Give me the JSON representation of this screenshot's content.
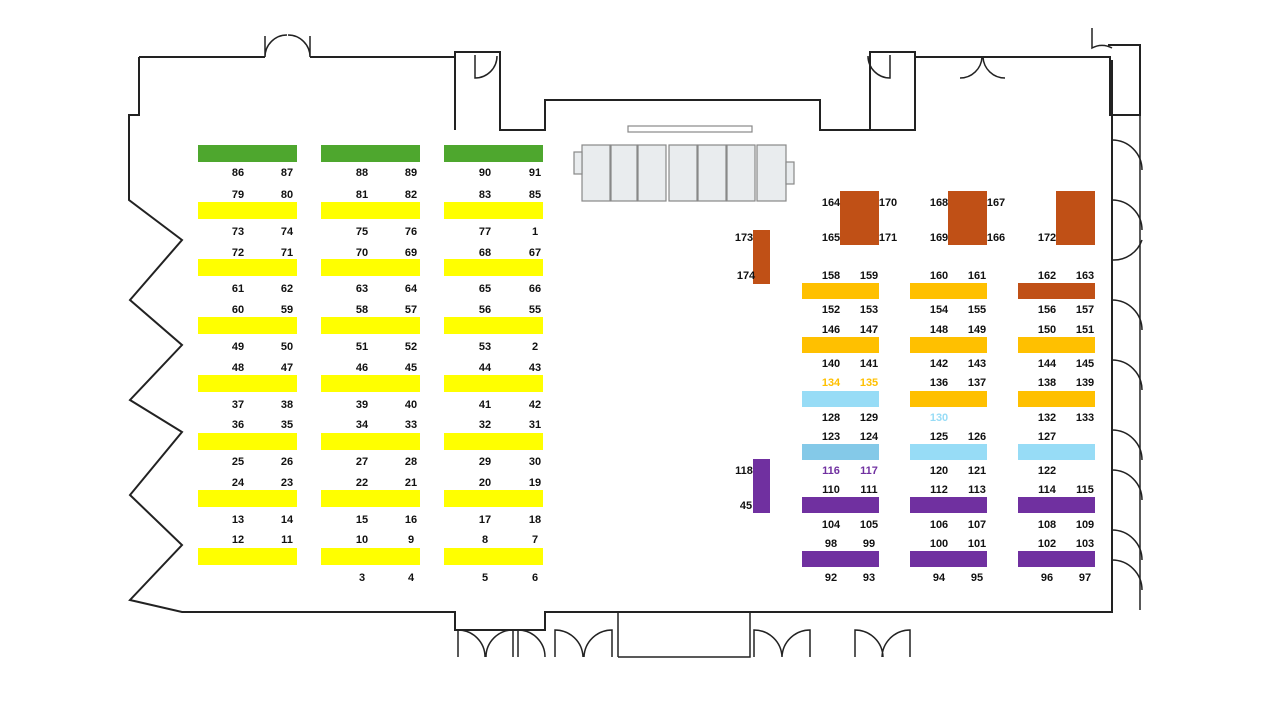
{
  "colors": {
    "green": "#4ea72e",
    "yellow": "#ffff00",
    "orange": "#ffc000",
    "brown": "#c05016",
    "lightblue": "#97dcf6",
    "midblue": "#84c9e8",
    "purple": "#7030a0",
    "text": "#111111"
  },
  "left_section": {
    "bar_colors": [
      "green",
      "yellow",
      "yellow",
      "yellow",
      "yellow",
      "yellow",
      "yellow",
      "yellow"
    ],
    "blocks": [
      {
        "rows": [
          [
            "86",
            "87"
          ],
          [
            "79",
            "80"
          ],
          [
            "73",
            "74"
          ],
          [
            "72",
            "71"
          ],
          [
            "61",
            "62"
          ],
          [
            "60",
            "59"
          ],
          [
            "49",
            "50"
          ],
          [
            "48",
            "47"
          ],
          [
            "37",
            "38"
          ],
          [
            "36",
            "35"
          ],
          [
            "25",
            "26"
          ],
          [
            "24",
            "23"
          ],
          [
            "13",
            "14"
          ],
          [
            "12",
            "11"
          ],
          [
            "",
            ""
          ]
        ]
      },
      {
        "rows": [
          [
            "88",
            "89"
          ],
          [
            "81",
            "82"
          ],
          [
            "75",
            "76"
          ],
          [
            "70",
            "69"
          ],
          [
            "63",
            "64"
          ],
          [
            "58",
            "57"
          ],
          [
            "51",
            "52"
          ],
          [
            "46",
            "45"
          ],
          [
            "39",
            "40"
          ],
          [
            "34",
            "33"
          ],
          [
            "27",
            "28"
          ],
          [
            "22",
            "21"
          ],
          [
            "15",
            "16"
          ],
          [
            "10",
            "9"
          ],
          [
            "3",
            "4"
          ]
        ]
      },
      {
        "rows": [
          [
            "90",
            "91"
          ],
          [
            "83",
            "85"
          ],
          [
            "77",
            "1"
          ],
          [
            "68",
            "67"
          ],
          [
            "65",
            "66"
          ],
          [
            "56",
            "55"
          ],
          [
            "53",
            "2"
          ],
          [
            "44",
            "43"
          ],
          [
            "41",
            "42"
          ],
          [
            "32",
            "31"
          ],
          [
            "29",
            "30"
          ],
          [
            "20",
            "19"
          ],
          [
            "17",
            "18"
          ],
          [
            "8",
            "7"
          ],
          [
            "5",
            "6"
          ]
        ]
      }
    ]
  },
  "right_section": {
    "bars": [
      [
        "orange",
        "orange",
        "brown"
      ],
      [
        "orange",
        "orange",
        "orange"
      ],
      [
        "lightblue",
        "orange",
        "orange"
      ],
      [
        "midblue",
        "lightblue",
        "lightblue"
      ],
      [
        "purple",
        "purple",
        "purple"
      ],
      [
        "purple",
        "purple",
        "purple"
      ]
    ],
    "rows": [
      [
        [
          "158",
          "159"
        ],
        [
          "160",
          "161"
        ],
        [
          "162",
          "163"
        ]
      ],
      [
        [
          "152",
          "153"
        ],
        [
          "154",
          "155"
        ],
        [
          "156",
          "157"
        ]
      ],
      [
        [
          "146",
          "147"
        ],
        [
          "148",
          "149"
        ],
        [
          "150",
          "151"
        ]
      ],
      [
        [
          "140",
          "141"
        ],
        [
          "142",
          "143"
        ],
        [
          "144",
          "145"
        ]
      ],
      [
        [
          "134",
          "135"
        ],
        [
          "136",
          "137"
        ],
        [
          "138",
          "139"
        ]
      ],
      [
        [
          "128",
          "129"
        ],
        [
          "130",
          ""
        ],
        [
          "132",
          "133"
        ]
      ],
      [
        [
          "123",
          "124"
        ],
        [
          "125",
          "126"
        ],
        [
          "127",
          ""
        ]
      ],
      [
        [
          "116",
          "117"
        ],
        [
          "120",
          "121"
        ],
        [
          "122",
          ""
        ]
      ],
      [
        [
          "110",
          "111"
        ],
        [
          "112",
          "113"
        ],
        [
          "114",
          "115"
        ]
      ],
      [
        [
          "104",
          "105"
        ],
        [
          "106",
          "107"
        ],
        [
          "108",
          "109"
        ]
      ],
      [
        [
          "98",
          "99"
        ],
        [
          "100",
          "101"
        ],
        [
          "102",
          "103"
        ]
      ],
      [
        [
          "92",
          "93"
        ],
        [
          "94",
          "95"
        ],
        [
          "96",
          "97"
        ]
      ]
    ],
    "label_colors": {
      "134": "orange",
      "135": "orange",
      "130": "lightblue",
      "116": "purple",
      "117": "purple"
    },
    "top_blocks": [
      {
        "labels": [
          "164",
          "170",
          "165",
          "171"
        ]
      },
      {
        "labels": [
          "168",
          "167",
          "169",
          "166"
        ]
      },
      {
        "labels": [
          "172"
        ]
      }
    ],
    "side_booths": [
      {
        "color": "brown",
        "labels": [
          "173",
          "174"
        ]
      },
      {
        "color": "purple",
        "labels": [
          "118",
          "45"
        ]
      }
    ]
  }
}
